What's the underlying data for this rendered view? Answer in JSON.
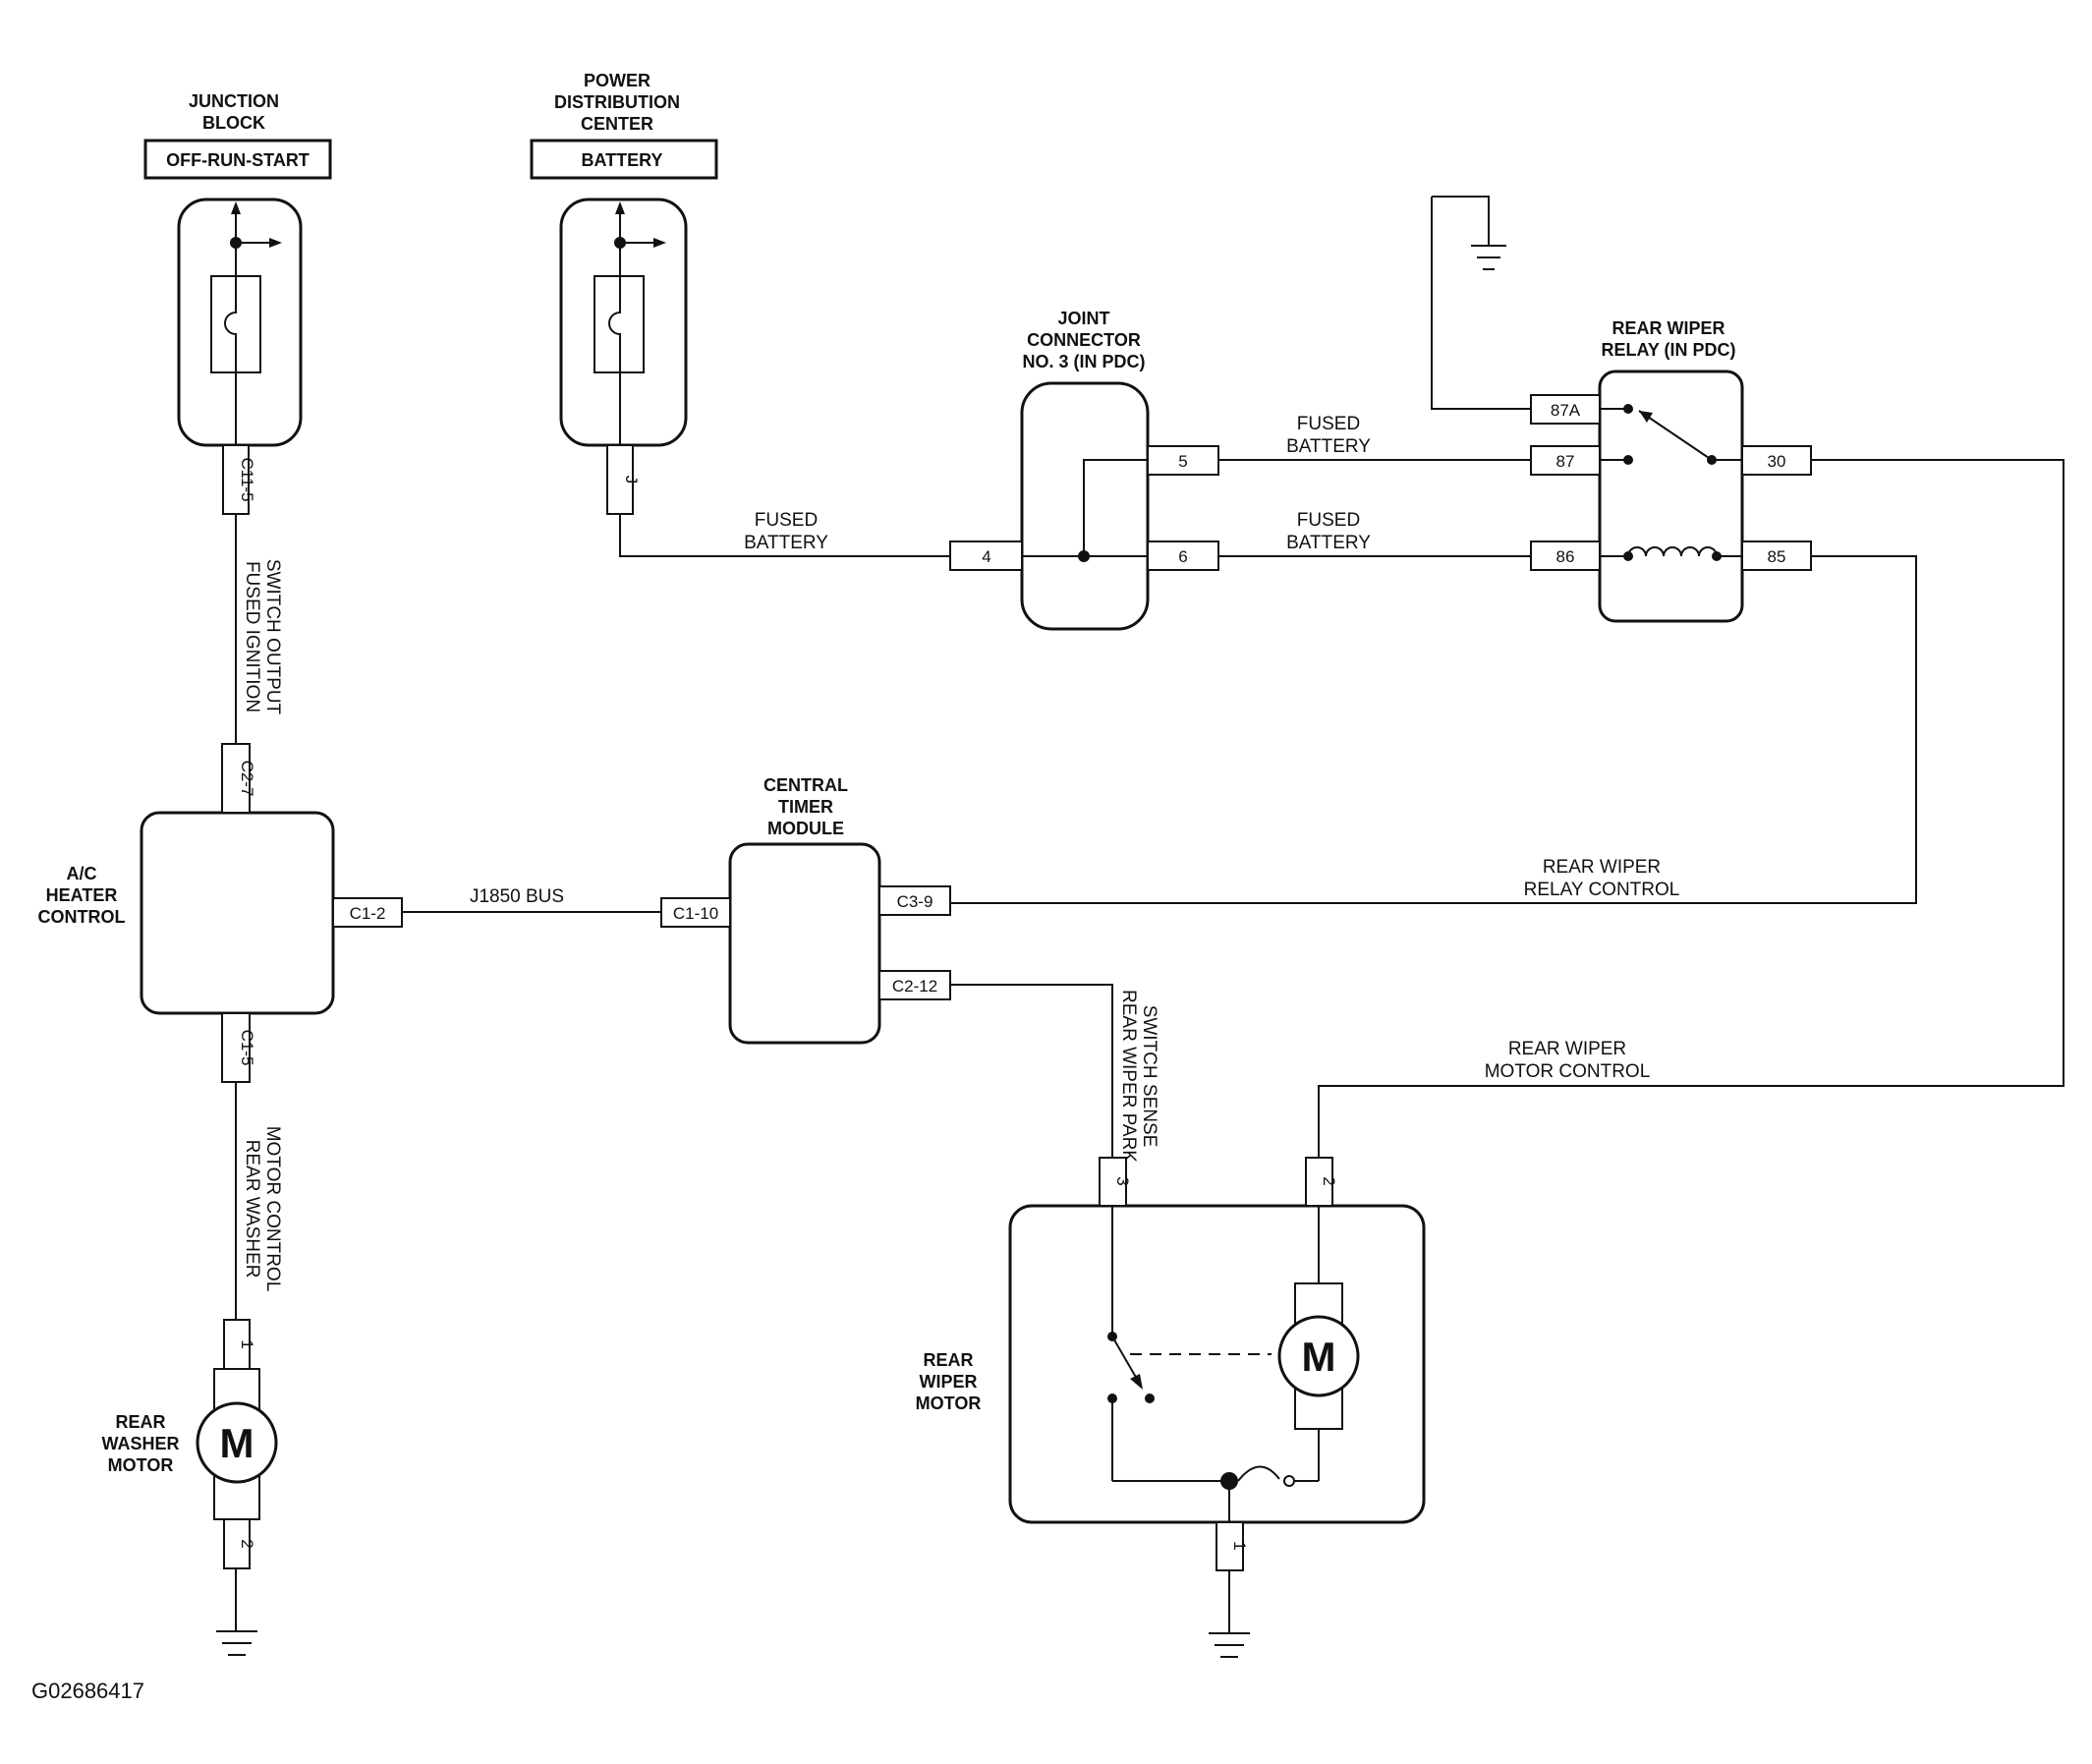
{
  "junction_block": {
    "title_line1": "JUNCTION",
    "title_line2": "BLOCK",
    "circuit": "OFF-RUN-START",
    "connector": "C11-5"
  },
  "pdc": {
    "title_line1": "POWER",
    "title_line2": "DISTRIBUTION",
    "title_line3": "CENTER",
    "circuit": "BATTERY",
    "connector": "J"
  },
  "joint_connector": {
    "title_line1": "JOINT",
    "title_line2": "CONNECTOR",
    "title_line3": "NO. 3 (IN PDC)",
    "pin_4": "4",
    "pin_5": "5",
    "pin_6": "6"
  },
  "relay": {
    "title_line1": "REAR WIPER",
    "title_line2": "RELAY (IN PDC)",
    "pin_87a": "87A",
    "pin_87": "87",
    "pin_86": "86",
    "pin_30": "30",
    "pin_85": "85"
  },
  "ac_heater": {
    "title_line1": "A/C",
    "title_line2": "HEATER",
    "title_line3": "CONTROL",
    "pin_top": "C2-7",
    "pin_right": "C1-2",
    "pin_bottom": "C1-5"
  },
  "ctm": {
    "title_line1": "CENTRAL",
    "title_line2": "TIMER",
    "title_line3": "MODULE",
    "pin_left": "C1-10",
    "pin_c3_9": "C3-9",
    "pin_c2_12": "C2-12"
  },
  "washer_motor": {
    "title_line1": "REAR",
    "title_line2": "WASHER",
    "title_line3": "MOTOR",
    "symbol": "M",
    "pin_1": "1",
    "pin_2": "2"
  },
  "wiper_motor": {
    "title_line1": "REAR",
    "title_line2": "WIPER",
    "title_line3": "MOTOR",
    "symbol": "M",
    "pin_3": "3",
    "pin_2": "2",
    "pin_1": "1"
  },
  "wires": {
    "fused_ign_line1": "FUSED IGNITION",
    "fused_ign_line2": "SWITCH OUTPUT",
    "fused_batt_a_line1": "FUSED",
    "fused_batt_a_line2": "BATTERY",
    "fused_batt_b_line1": "FUSED",
    "fused_batt_b_line2": "BATTERY",
    "fused_batt_c_line1": "FUSED",
    "fused_batt_c_line2": "BATTERY",
    "j1850": "J1850 BUS",
    "relay_ctrl_line1": "REAR WIPER",
    "relay_ctrl_line2": "RELAY CONTROL",
    "motor_ctrl_line1": "REAR WIPER",
    "motor_ctrl_line2": "MOTOR CONTROL",
    "park_line1": "REAR WIPER PARK",
    "park_line2": "SWITCH SENSE",
    "washer_ctrl_line1": "REAR WASHER",
    "washer_ctrl_line2": "MOTOR CONTROL"
  },
  "figure_id": "G02686417"
}
